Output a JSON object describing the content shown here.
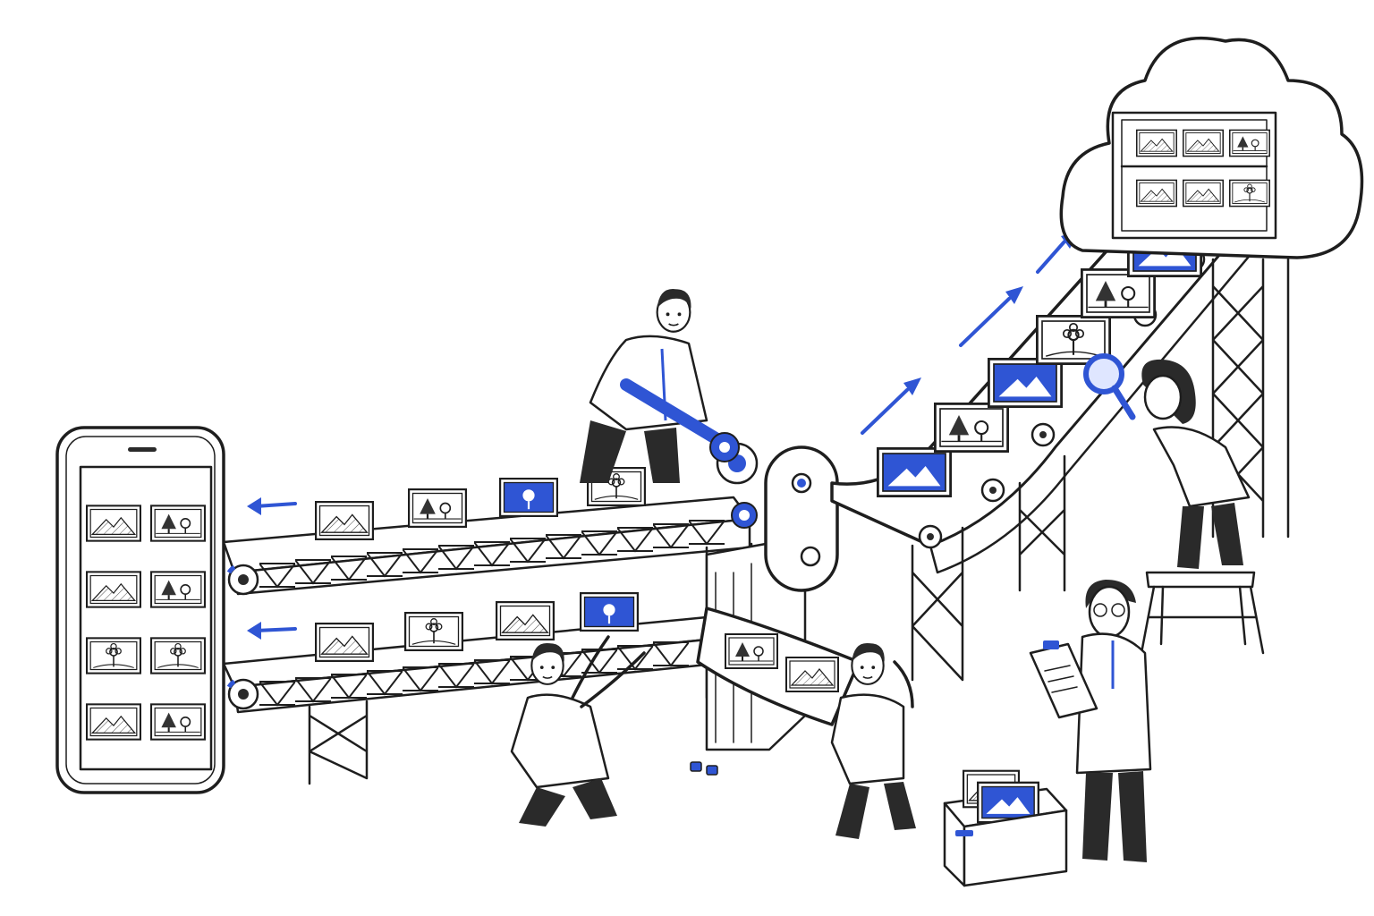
{
  "scene": {
    "colors": {
      "ink": "#1e1e1e",
      "accent": "#2f55d4",
      "background": "#ffffff"
    },
    "elements": {
      "phone": "phone-with-photo-grid",
      "cloud": "cloud-with-photo-shelves",
      "conveyors": [
        "upper-conveyor",
        "lower-conveyor",
        "incline-conveyor"
      ],
      "workers": [
        "worker-with-wrench",
        "worker-kneeling",
        "worker-carrying-belt",
        "worker-with-magnifier",
        "worker-with-clipboard"
      ],
      "props": [
        "step-stool",
        "photo-box",
        "wrench",
        "magnifying-glass",
        "clipboard",
        "loose-bolts"
      ],
      "arrows": [
        "arrow-left-upper",
        "arrow-left-lower",
        "arrow-up-1",
        "arrow-up-2",
        "arrow-up-3"
      ]
    }
  }
}
